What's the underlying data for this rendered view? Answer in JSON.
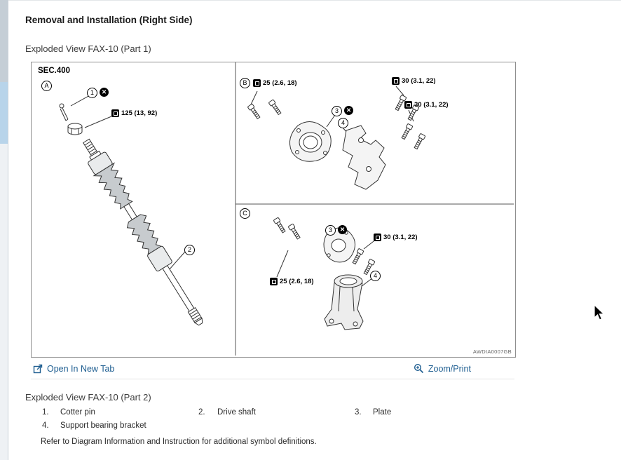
{
  "page": {
    "title": "Removal and Installation (Right Side)"
  },
  "sections": {
    "part1_heading": "Exploded View FAX-10 (Part 1)",
    "part2_heading": "Exploded View FAX-10 (Part 2)"
  },
  "diagram": {
    "sec_label": "SEC.400",
    "figure_code": "AWDIA0007GB",
    "panel_a": "A",
    "panel_b": "B",
    "panel_c": "C",
    "callouts": {
      "c1": "1",
      "c2": "2",
      "c3": "3",
      "c4": "4"
    },
    "torque_labels": {
      "t125": "125 (13, 92)",
      "t25": "25 (2.6, 18)",
      "t30": "30 (3.1, 22)"
    }
  },
  "icons": {
    "do_not_reuse": "✕",
    "open_in_new_tab": "open-in-new-tab-icon",
    "zoom_print": "magnifier-plus-icon"
  },
  "links": {
    "open_new_tab": "Open In New Tab",
    "zoom_print": "Zoom/Print"
  },
  "legend": {
    "items": [
      {
        "num": "1.",
        "label": "Cotter pin"
      },
      {
        "num": "2.",
        "label": "Drive shaft"
      },
      {
        "num": "3.",
        "label": "Plate"
      },
      {
        "num": "4.",
        "label": "Support bearing bracket"
      }
    ],
    "note": "Refer to Diagram Information and Instruction for additional symbol definitions."
  }
}
